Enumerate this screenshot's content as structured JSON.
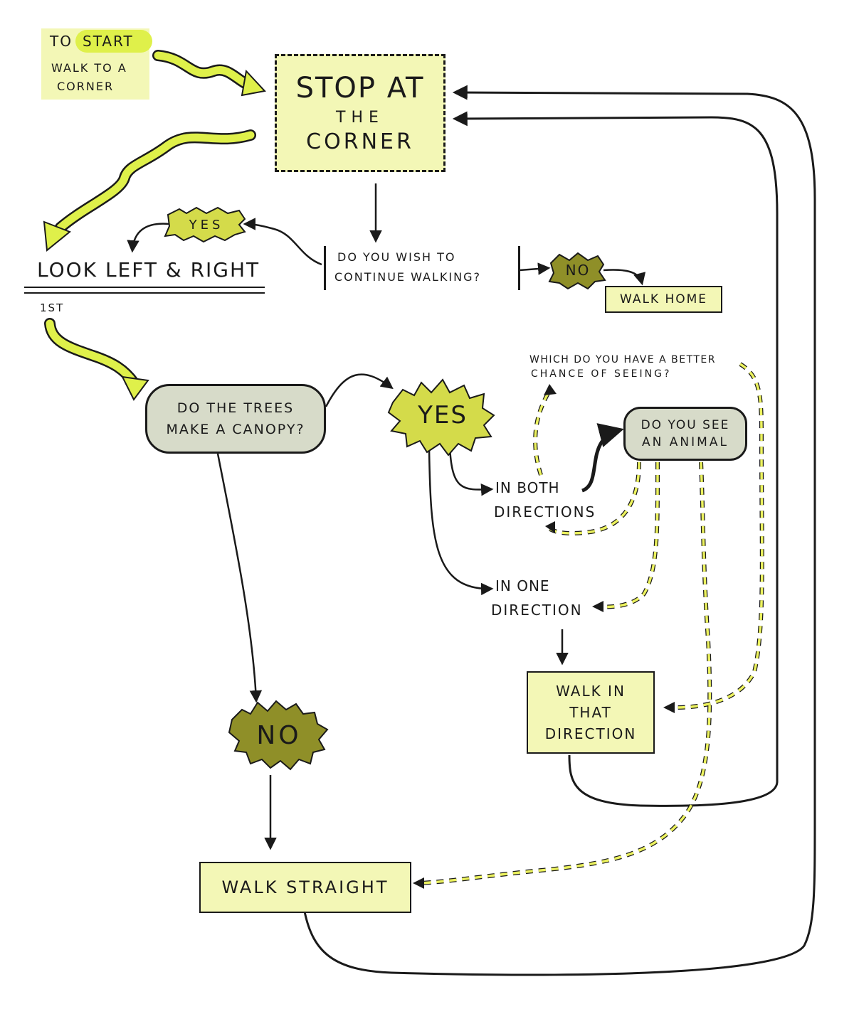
{
  "start": {
    "to": "TO",
    "start": "START",
    "walk_line1": "WALK TO A",
    "walk_line2": "CORNER"
  },
  "stop_corner": {
    "line1": "STOP AT",
    "line2": "THE",
    "line3": "CORNER"
  },
  "continue_question": {
    "line1": "DO YOU WISH TO",
    "line2": "CONTINUE WALKING?"
  },
  "yes_continue": "YES",
  "no_continue": "NO",
  "walk_home": "WALK HOME",
  "look_left_right": "LOOK LEFT & RIGHT",
  "first_label": "1ST",
  "canopy_question": {
    "line1": "DO THE TREES",
    "line2": "MAKE A CANOPY?"
  },
  "yes_canopy": "YES",
  "no_canopy": "NO",
  "better_chance": {
    "line1": "WHICH DO YOU HAVE A BETTER",
    "line2": "CHANCE OF SEEING?"
  },
  "animal_question": {
    "line1": "DO YOU SEE",
    "line2": "AN ANIMAL"
  },
  "both_directions": {
    "line1": "IN BOTH",
    "line2": "DIRECTIONS"
  },
  "one_direction": {
    "line1": "IN ONE",
    "line2": "DIRECTION"
  },
  "walk_that_direction": {
    "line1": "WALK IN",
    "line2": "THAT",
    "line3": "DIRECTION"
  },
  "walk_straight": "WALK STRAIGHT",
  "colors": {
    "pale_yellow": "#f3f7b6",
    "lime": "#dff04a",
    "olive": "#9a9a2a",
    "grey_green": "#d7dbc9",
    "ink": "#1a1a1a"
  }
}
